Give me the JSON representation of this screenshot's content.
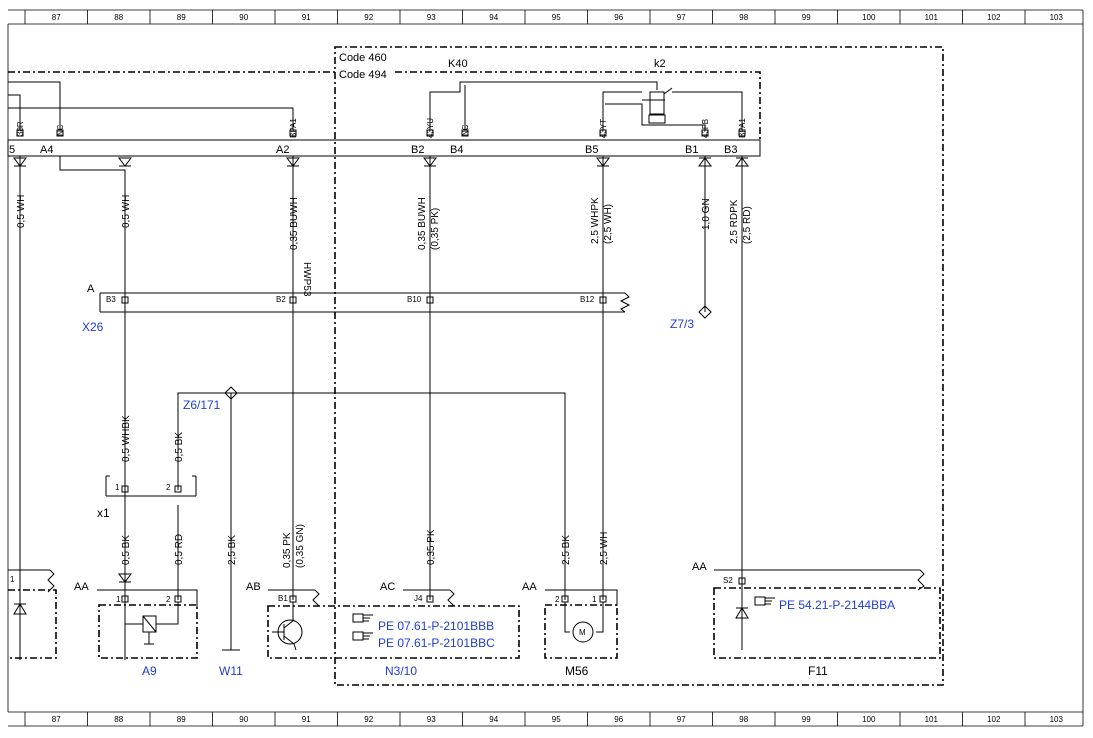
{
  "grid_numbers": [
    "87",
    "88",
    "89",
    "90",
    "91",
    "92",
    "93",
    "94",
    "95",
    "96",
    "97",
    "98",
    "99",
    "100",
    "101",
    "102",
    "103"
  ],
  "codes": {
    "code_460": "Code 460",
    "code_494": "Code 494"
  },
  "relay": {
    "name": "K40",
    "contact": "k2"
  },
  "top_connector_pins": {
    "p38r": "38R",
    "nc1": "NC",
    "bpa1a": "BPA1",
    "p43yu": "43YU",
    "nc2": "NC",
    "p43yt": "43YT",
    "p43fb": "43FB",
    "bpa1b": "BPA1"
  },
  "top_connector_positions": {
    "s5": "5",
    "a4": "A4",
    "a2": "A2",
    "b2": "B2",
    "b4": "B4",
    "b5": "B5",
    "b1": "B1",
    "b3": "B3"
  },
  "wires_top": {
    "w1": "0,5 WH",
    "w2": "0,5 WH",
    "w3": "0,35 BUWH",
    "w4": "0,35 BUWH",
    "w4b": "(0,35 PK)",
    "w5": "2,5 WHPK",
    "w5b": "(2,5 WH)",
    "w6": "1,0 GN",
    "w7": "2,5 RDPK",
    "w7b": "(2,5 RD)"
  },
  "connector_x26": {
    "ref": "X26",
    "label": "A",
    "pins": {
      "b3": "B3",
      "b2": "B2",
      "b10": "B10",
      "b12": "B12"
    },
    "note": "HWP53"
  },
  "ground_points": {
    "z6": "Z6/171",
    "z7": "Z7/3"
  },
  "wires_mid": {
    "whbk": "0,5 WHBK",
    "bk": "0,5 BK"
  },
  "connector_x1": {
    "ref": "x1",
    "pin1": "1",
    "pin2": "2"
  },
  "wires_bottom": {
    "bk1": "0,5 BK",
    "rd1": "0,5 RD",
    "bk2": "2,5 BK",
    "pk1": "0,35 PK",
    "pk1b": "(0,35 GN)",
    "pk2": "0,35 PK",
    "bk3": "2,5 BK",
    "wh3": "2,5 WH"
  },
  "components": {
    "a9": {
      "ref": "A9",
      "label": "AA",
      "pin1": "1",
      "pin2": "2"
    },
    "w11": {
      "ref": "W11"
    },
    "n3_10": {
      "ref": "N3/10",
      "label_ab": "AB",
      "label_ac": "AC",
      "pin_b1": "B1",
      "pin_j4": "J4",
      "pe1": "PE 07.61-P-2101BBB",
      "pe2": "PE 07.61-P-2101BBC"
    },
    "m56": {
      "ref": "M56",
      "label": "AA",
      "pin2": "2",
      "pin1": "1",
      "motor": "M"
    },
    "f11": {
      "ref": "F11",
      "label": "AA",
      "pin_s2": "S2",
      "pe": "PE 54.21-P-2144BBA"
    }
  },
  "left_partial": {
    "pin": "1"
  }
}
